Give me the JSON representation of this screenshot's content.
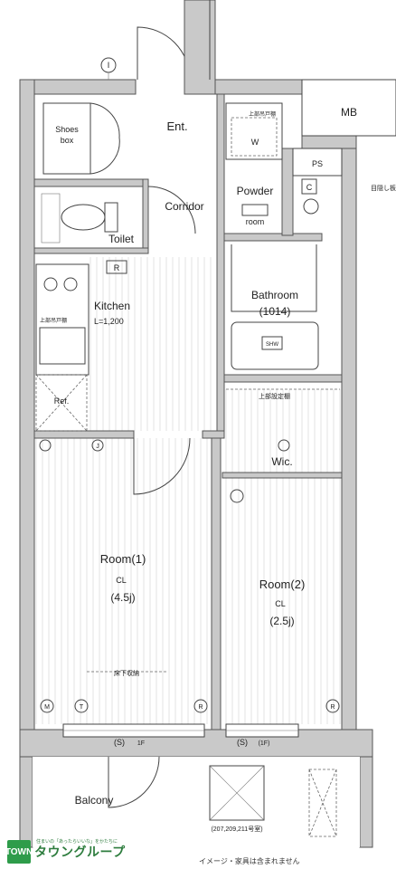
{
  "grid_marker": "I",
  "labels": {
    "mb": "MB",
    "ps": "PS",
    "entrance": "Ent.",
    "shoes_box_1": "Shoes",
    "shoes_box_2": "box",
    "w": "W",
    "toilet": "Toilet",
    "corridor": "Corridor",
    "powder": "Powder",
    "powder_room": "room",
    "kitchen": "Kitchen",
    "kitchen_size": "L=1,200",
    "r_mark": "R",
    "c_mark": "C",
    "ref": "Ref.",
    "bathroom": "Bathroom",
    "bathroom_size": "(1014)",
    "wic": "Wic.",
    "room1": "Room(1)",
    "room1_cl": "CL",
    "room1_size": "(4.5j)",
    "room2": "Room(2)",
    "room2_cl": "CL",
    "room2_size": "(2.5j)",
    "balcony": "Balcony",
    "s_mark_1": "(S)",
    "s_mark_1_sub": "1F",
    "s_mark_2": "(S)",
    "s_mark_2_sub": "(1F)",
    "m_mark": "M",
    "t_mark": "T",
    "r_left": "R",
    "r_right": "R",
    "j_mark": "J",
    "upper_cabinet": "上部吊戸棚",
    "upper_cabinet_2": "上部吊戸棚",
    "upper_shelf": "上部設定棚",
    "underfloor": "床下収納",
    "bath_label": "SHW",
    "side_note": "目隠し板",
    "stair_note": "(207,209,211号室)"
  },
  "logo": {
    "mark": "TOWN",
    "name": "タウングループ",
    "sub": "住まいの「あったらいいな」をかたちに"
  },
  "footnote": "イメージ・家具は含まれません"
}
